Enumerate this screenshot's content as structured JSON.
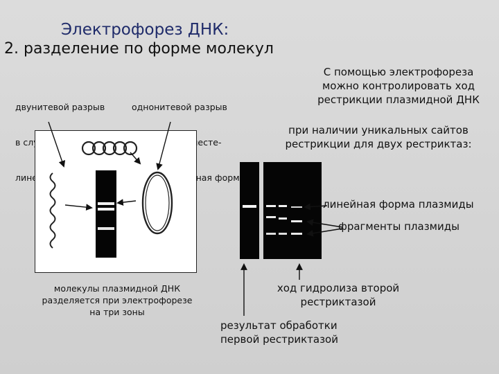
{
  "title": "Электрофорез ДНК:",
  "subtitle": "2. разделение по форме молекул",
  "left_col": {
    "line1": "двунитевой разрыв",
    "line2": "в случайном месте–",
    "line3": "линейная форма"
  },
  "right_col": {
    "line1": "однонитевой разрыв",
    "line2": "в случайном месте-",
    "line3": "релаксированная форма"
  },
  "top_note": "С помощью электрофореза можно контролировать ход рестрикции плазмидной ДНК",
  "sites_note": "при наличии уникальных сайтов рестрикции для двух рестриктаз:",
  "box_caption": "молекулы плазмидной ДНК разделяется при электрофорезе на три зоны",
  "gel_label_linear": "линейная форма плазмиды",
  "gel_label_fragments": "фрагменты плазмиды",
  "result_second": "ход гидролиза второй рестриктазой",
  "result_first": "результат обработки первой рестриктазой"
}
